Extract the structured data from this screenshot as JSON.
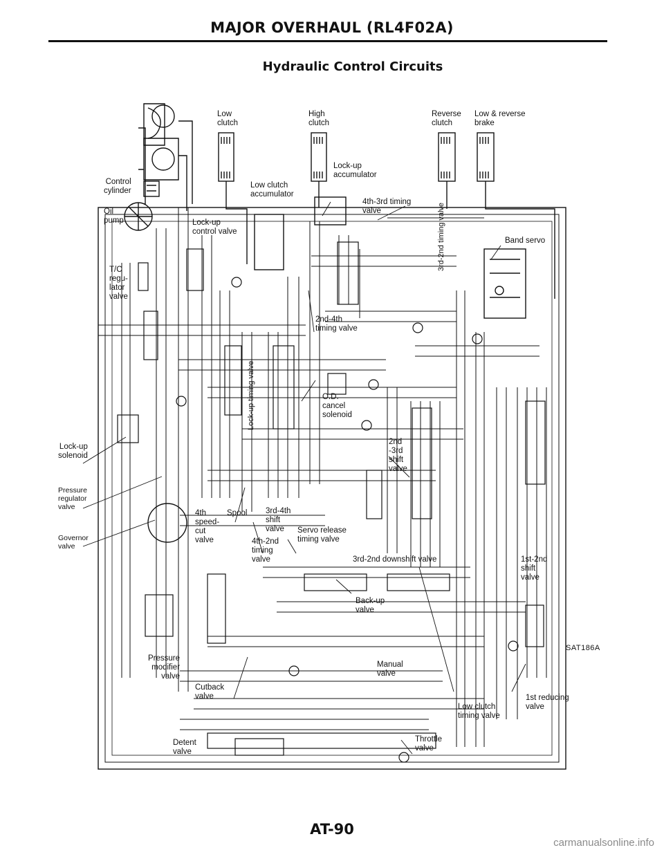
{
  "header": "MAJOR OVERHAUL (RL4F02A)",
  "title": "Hydraulic Control Circuits",
  "labels": {
    "low_clutch": "Low\nclutch",
    "high_clutch": "High\nclutch",
    "reverse_clutch": "Reverse\nclutch",
    "low_reverse_brake": "Low & reverse\nbrake",
    "lockup_accumulator": "Lock-up\naccumulator",
    "low_clutch_accumulator": "Low clutch\naccumulator",
    "control_cylinder": "Control\ncylinder",
    "oil_pump": "Oil\npump",
    "lockup_control_valve": "Lock-up\ncontrol valve",
    "timing_4th_3rd": "4th-3rd timing\nvalve",
    "timing_3rd_2nd": "3rd-2nd timing valve",
    "band_servo": "Band servo",
    "tc_regulator": "T/C\nregu-\nlator\nvalve",
    "timing_2nd_4th": "2nd-4th\ntiming valve",
    "lockup_timing": "Lock-up timing valve",
    "od_cancel": "O.D.\ncancel\nsolenoid",
    "shift_2nd_3rd": "2nd\n-3rd\nshift\nvalve",
    "lockup_solenoid": "Lock-up\nsolenoid",
    "pressure_regulator": "Pressure\nregulator\nvalve",
    "speed_cut_4th": "4th\nspeed-\ncut\nvalve",
    "spool": "Spool",
    "shift_3rd_4th": "3rd-4th\nshift\nvalve",
    "timing_4th_2nd": "4th-2nd\ntiming\nvalve",
    "servo_release": "Servo release\ntiming valve",
    "governor": "Governor\nvalve",
    "downshift_3rd_2nd": "3rd-2nd downshift valve",
    "shift_1st_2nd": "1st-2nd\nshift\nvalve",
    "backup": "Back-up\nvalve",
    "pressure_modifier": "Pressure\nmodifier\nvalve",
    "manual": "Manual\nvalve",
    "cutback": "Cutback\nvalve",
    "reducing_1st": "1st reducing\nvalve",
    "low_clutch_timing": "Low clutch\ntiming valve",
    "throttle": "Throttle\nvalve",
    "detent": "Detent\nvalve"
  },
  "figure_code": "SAT186A",
  "page_number": "AT-90",
  "watermark": "carmanualsonline.info"
}
